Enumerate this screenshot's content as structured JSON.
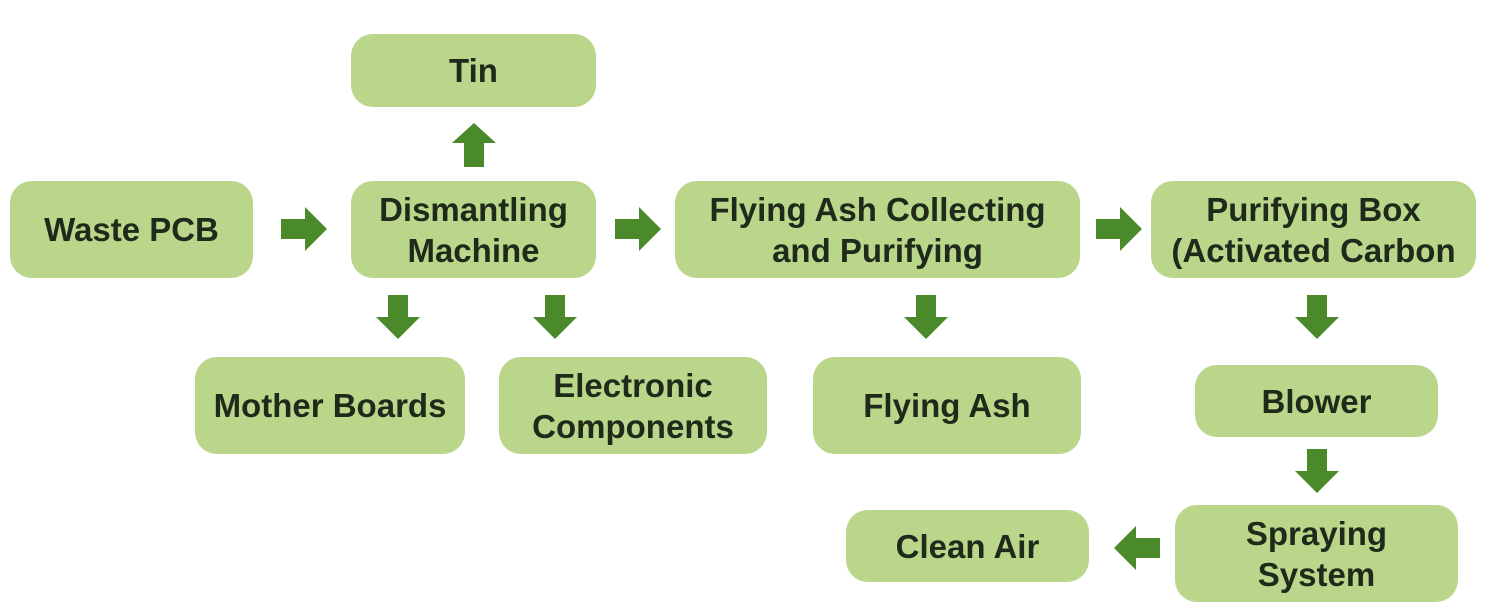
{
  "nodes": {
    "tin": {
      "lines": [
        "Tin"
      ]
    },
    "waste_pcb": {
      "lines": [
        "Waste PCB"
      ]
    },
    "dismantling_machine": {
      "lines": [
        "Dismantling",
        "Machine"
      ]
    },
    "flying_ash_collecting": {
      "lines": [
        "Flying Ash Collecting",
        "and Purifying"
      ]
    },
    "purifying_box": {
      "lines": [
        "Purifying Box",
        "(Activated Carbon"
      ]
    },
    "mother_boards": {
      "lines": [
        "Mother Boards"
      ]
    },
    "electronic_components": {
      "lines": [
        "Electronic",
        "Components"
      ]
    },
    "flying_ash": {
      "lines": [
        "Flying Ash"
      ]
    },
    "blower": {
      "lines": [
        "Blower"
      ]
    },
    "spraying_system": {
      "lines": [
        "Spraying",
        "System"
      ]
    },
    "clean_air": {
      "lines": [
        "Clean Air"
      ]
    }
  },
  "edges": [
    {
      "from": "waste_pcb",
      "to": "dismantling_machine"
    },
    {
      "from": "dismantling_machine",
      "to": "tin"
    },
    {
      "from": "dismantling_machine",
      "to": "mother_boards"
    },
    {
      "from": "dismantling_machine",
      "to": "electronic_components"
    },
    {
      "from": "dismantling_machine",
      "to": "flying_ash_collecting"
    },
    {
      "from": "flying_ash_collecting",
      "to": "flying_ash"
    },
    {
      "from": "flying_ash_collecting",
      "to": "purifying_box"
    },
    {
      "from": "purifying_box",
      "to": "blower"
    },
    {
      "from": "blower",
      "to": "spraying_system"
    },
    {
      "from": "spraying_system",
      "to": "clean_air"
    }
  ],
  "colors": {
    "node_fill": "#b9d68b",
    "arrow": "#4a8a2a",
    "text": "#1f2a1a"
  }
}
